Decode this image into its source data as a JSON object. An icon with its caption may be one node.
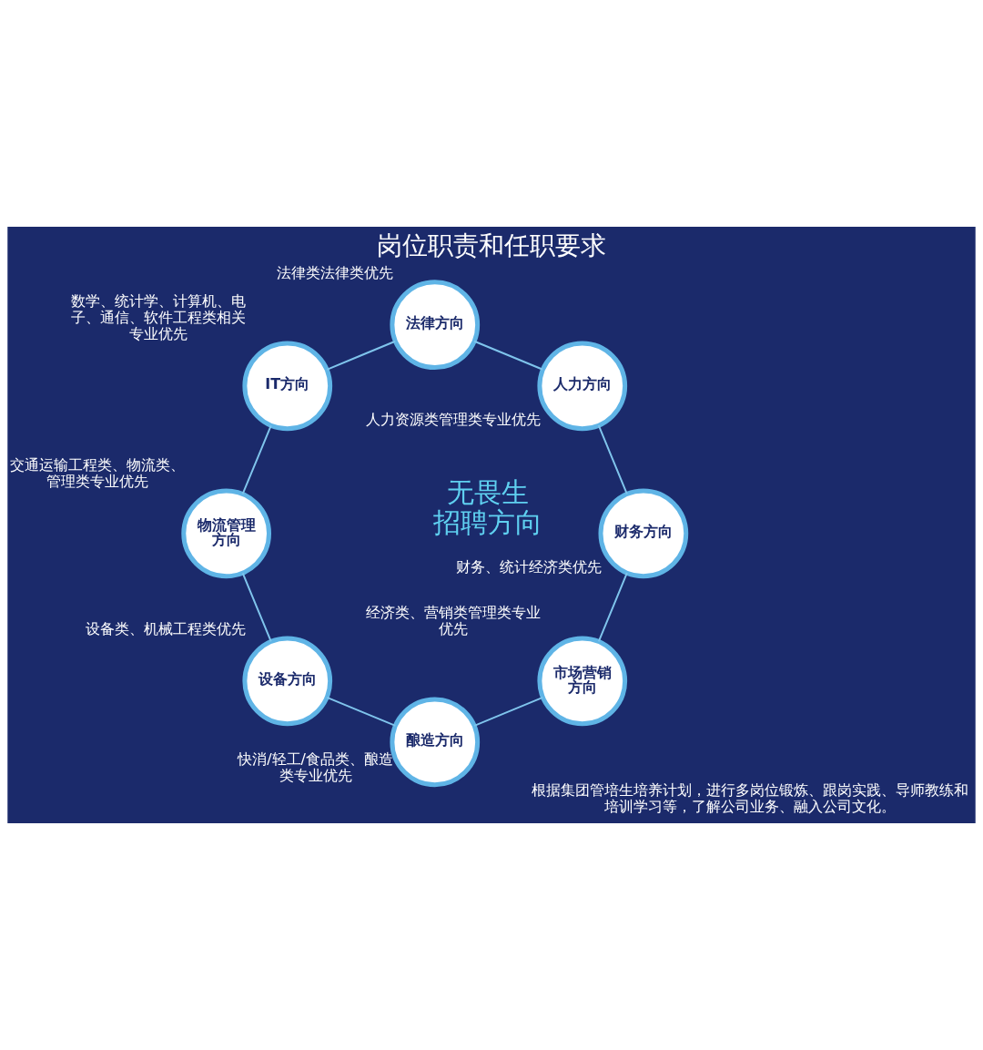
{
  "diagram": {
    "title": "岗位职责和任职要求",
    "nodes": [
      {
        "text": [
          "市场营销方向"
        ],
        "beside": [
          "经济类、营销类管理类专业优先"
        ]
      },
      {
        "text": [
          "酿造方向"
        ],
        "beside": [
          "快消/轻工/食品类、酿造类专业优先"
        ]
      },
      {
        "text": [
          "设备方向"
        ],
        "beside": [
          "设备类、机械工程类优先"
        ]
      },
      {
        "text": [
          "物流管理方向"
        ],
        "beside": [
          "交通运输工程类、物流类、管理类专业优先"
        ]
      },
      {
        "text": [
          "IT方向"
        ],
        "beside": [
          "数学、统计学、计算机、电子、通信、软件工程类相关专业优先"
        ]
      },
      {
        "text": [
          "法律方向"
        ],
        "beside": [
          "法律类法律类优先"
        ]
      },
      {
        "text": [
          "人力方向"
        ],
        "beside": [
          "人力资源类管理类专业优先"
        ]
      },
      {
        "text": [
          "财务方向"
        ],
        "beside": [
          "财务、统计经济类优先"
        ]
      }
    ],
    "edges": [
      {
        "from": 0,
        "to": 1,
        "arrow": "none"
      },
      {
        "from": 1,
        "to": 2,
        "arrow": "none"
      },
      {
        "from": 2,
        "to": 3,
        "arrow": "none"
      },
      {
        "from": 3,
        "to": 4,
        "arrow": "none"
      },
      {
        "from": 4,
        "to": 5,
        "arrow": "none"
      },
      {
        "from": 5,
        "to": 6,
        "arrow": "none"
      },
      {
        "from": 6,
        "to": 7,
        "arrow": "none"
      },
      {
        "from": 7,
        "to": 0,
        "arrow": "none"
      }
    ],
    "labels": [
      "根据集团管培生培养计划，进行多岗位锻炼、跟岗实践、导师教练和培训学习等，了解公司业务、融入公司文化。",
      "无畏生招聘方向"
    ]
  }
}
